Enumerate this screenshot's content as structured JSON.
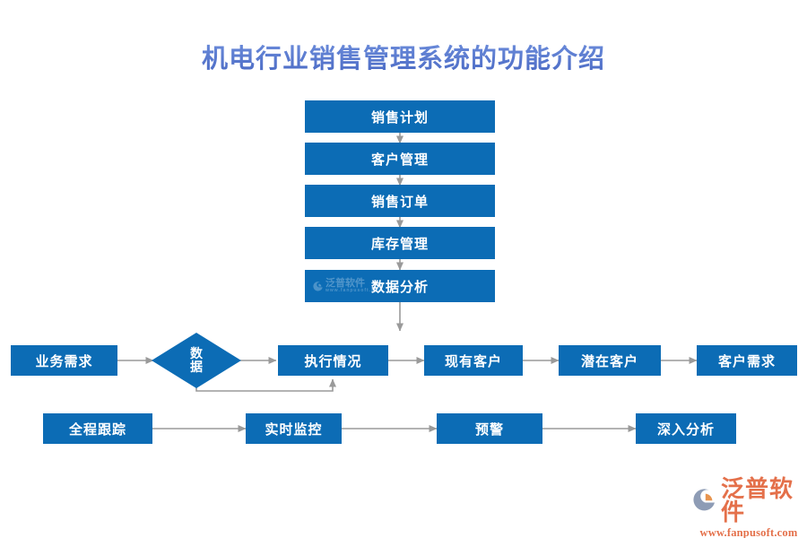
{
  "page": {
    "title": "机电行业销售管理系统的功能介绍",
    "background_color": "#ffffff",
    "title_color": "#5a7fd0",
    "node_color": "#0c6cb5",
    "node_text_color": "#ffffff",
    "connector_color": "#999999"
  },
  "flow": {
    "vertical_chain": [
      {
        "id": "sales-plan",
        "label": "销售计划"
      },
      {
        "id": "customer-management",
        "label": "客户管理"
      },
      {
        "id": "sales-order",
        "label": "销售订单"
      },
      {
        "id": "inventory-management",
        "label": "库存管理"
      },
      {
        "id": "data-analysis",
        "label": "数据分析"
      }
    ],
    "middle_row": [
      {
        "id": "business-requirement",
        "label": "业务需求",
        "shape": "rect"
      },
      {
        "id": "data-decision",
        "label": "数据",
        "label_lines": [
          "数",
          "据"
        ],
        "shape": "diamond"
      },
      {
        "id": "execution-status",
        "label": "执行情况",
        "shape": "rect"
      },
      {
        "id": "existing-customer",
        "label": "现有客户",
        "shape": "rect"
      },
      {
        "id": "potential-customer",
        "label": "潜在客户",
        "shape": "rect"
      },
      {
        "id": "customer-requirement",
        "label": "客户需求",
        "shape": "rect"
      }
    ],
    "bottom_row": [
      {
        "id": "full-process-tracking",
        "label": "全程跟踪"
      },
      {
        "id": "realtime-monitoring",
        "label": "实时监控"
      },
      {
        "id": "early-warning",
        "label": "预警"
      },
      {
        "id": "deep-analysis",
        "label": "深入分析"
      }
    ]
  },
  "branding": {
    "logo_text": "泛普软件",
    "logo_url": "www.fanpusoft.com",
    "logo_color": "#e4704a",
    "watermark_text": "泛普软件",
    "watermark_url": "www.fanpusoft.com"
  }
}
